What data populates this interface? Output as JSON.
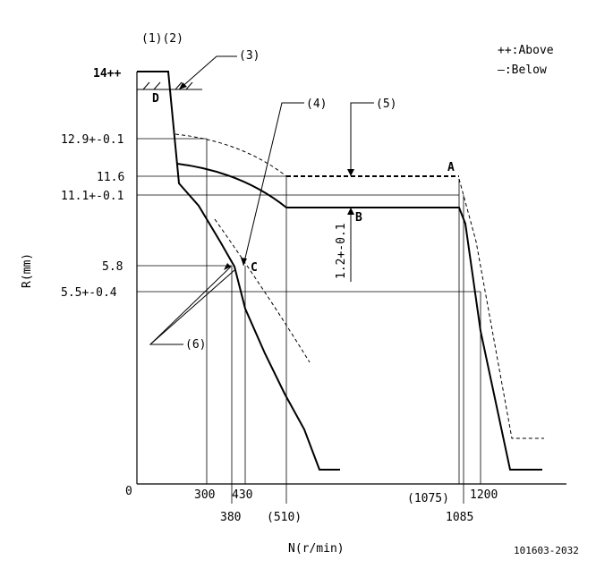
{
  "header": {
    "label_1_2": "(1)(2)"
  },
  "legend": {
    "above": "++:Above",
    "below": "—:Below"
  },
  "axes": {
    "ylabel": "R(mm)",
    "xlabel": "N(r/min)",
    "origin": "0"
  },
  "y_ticks": {
    "r14": "14++",
    "r129": "12.9+-0.1",
    "r116": "11.6",
    "r111": "11.1+-0.1",
    "r58": "5.8",
    "r55": "5.5+-0.4"
  },
  "x_ticks": {
    "n300": "300",
    "n430": "430",
    "n380": "380",
    "n510": "(510)",
    "n1075": "(1075)",
    "n1200": "1200",
    "n1085": "1085"
  },
  "callouts": {
    "c3": "(3)",
    "c4": "(4)",
    "c5": "(5)",
    "c6": "(6)"
  },
  "points": {
    "a": "A",
    "b": "B",
    "c": "C",
    "d": "D"
  },
  "dim": {
    "tolerance": "1.2+-0.1"
  },
  "ref_code": "101603-2032",
  "colors": {
    "ink": "#000000",
    "background": "#ffffff"
  }
}
